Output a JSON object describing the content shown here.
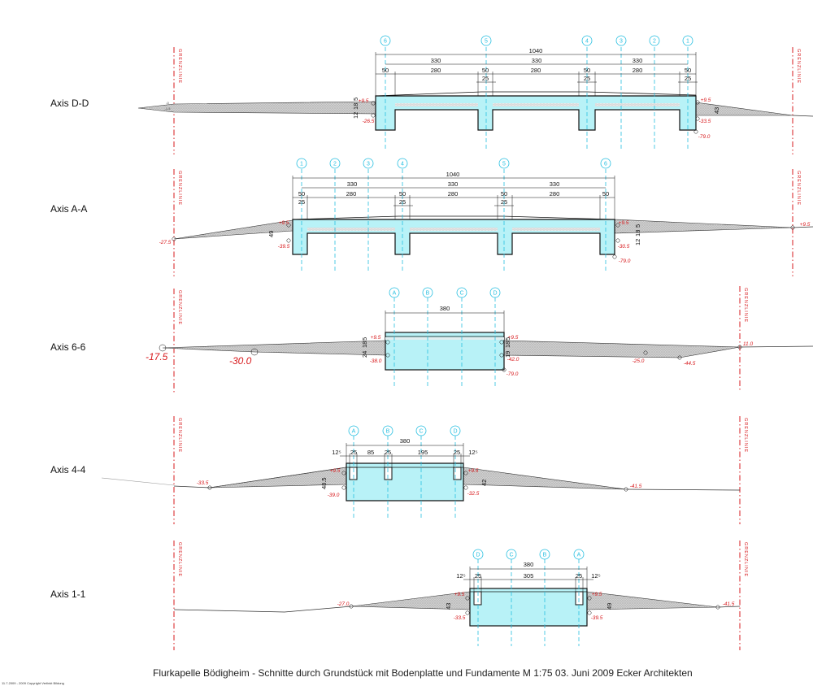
{
  "boundary_label": "GRENZLINIE",
  "footer_text": "Flurkapelle Bödigheim - Schnitte durch Grundstück mit Bodenplatte und Fundamente   M 1:75   03. Juni 2009   Ecker Architekten",
  "corner_note": "11.7.2009 - 2009 Copyright Verlinkt Bildung",
  "colors": {
    "concrete": "#b8f2f7",
    "boundary": "#d7191c",
    "grid": "#27bfe0",
    "level": "#d7191c",
    "line": "#111111"
  },
  "sections": [
    {
      "title": "Axis D-D",
      "grid_labels": [
        "6",
        "5",
        "4",
        "3",
        "2",
        "1"
      ],
      "dims_total": "1040",
      "dims_mid": [
        "330",
        "330",
        "330"
      ],
      "dims_low": [
        "50",
        "280",
        "50",
        "280",
        "50",
        "280",
        "50"
      ],
      "dims_pad": [
        "25",
        "25",
        "25"
      ],
      "levels": [
        "+9.5",
        "-26.5",
        "+9.5",
        "-33.5",
        "-79.0"
      ],
      "vert_dims": [
        "12",
        "18",
        "5",
        "43"
      ],
      "left_levels": [
        "-0",
        "-1.5"
      ]
    },
    {
      "title": "Axis A-A",
      "grid_labels": [
        "1",
        "2",
        "3",
        "4",
        "5",
        "6"
      ],
      "dims_total": "1040",
      "dims_mid": [
        "330",
        "330",
        "330"
      ],
      "dims_low": [
        "50",
        "280",
        "50",
        "280",
        "50",
        "280",
        "50"
      ],
      "dims_pad": [
        "25",
        "25",
        "25"
      ],
      "levels": [
        "+9.5",
        "-39.5",
        "+9.5",
        "-30.5",
        "-79.0",
        "-27.5",
        "+9.5"
      ],
      "vert_dims": [
        "49",
        "12",
        "18",
        "5"
      ]
    },
    {
      "title": "Axis 6-6",
      "grid_labels": [
        "A",
        "B",
        "C",
        "D"
      ],
      "dims_total": "380",
      "levels": [
        "+9.5",
        "-38.0",
        "+9.5",
        "-42.0",
        "-79.0",
        "-25.0",
        "-44.5",
        "11.0"
      ],
      "big_levels": [
        "-17.5",
        "-30.0"
      ],
      "vert_dims": [
        "24",
        "18",
        "5",
        "19",
        "18",
        "5"
      ]
    },
    {
      "title": "Axis 4-4",
      "grid_labels": [
        "A",
        "B",
        "C",
        "D"
      ],
      "dims_total": "380",
      "dims_low": [
        "12⁵",
        "25",
        "85",
        "25",
        "195",
        "25",
        "12⁵"
      ],
      "levels": [
        "-33.5",
        "+9.5",
        "-39.0",
        "+9.5",
        "-32.5",
        "-41.5"
      ],
      "vert_dims": [
        "48.5",
        "42"
      ]
    },
    {
      "title": "Axis 1-1",
      "grid_labels": [
        "D",
        "C",
        "B",
        "A"
      ],
      "dims_total": "380",
      "dims_low": [
        "12⁵",
        "25",
        "305",
        "25",
        "12⁵"
      ],
      "levels": [
        "-27.0",
        "+9.5",
        "-33.5",
        "+9.5",
        "-39.5",
        "-41.5"
      ],
      "vert_dims": [
        "43",
        "49"
      ]
    }
  ]
}
